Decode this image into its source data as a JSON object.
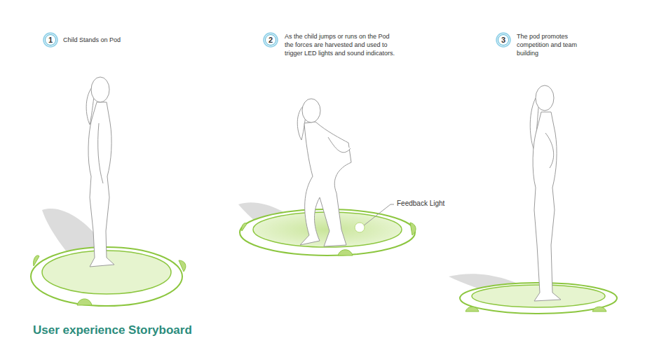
{
  "diagram": {
    "title": "User experience Storyboard",
    "nodes": [
      {
        "text": [
          "1"
        ]
      },
      {
        "text": [
          "2"
        ]
      },
      {
        "text": [
          "3"
        ]
      }
    ],
    "labels": [
      "Child Stands on Pod",
      "As the child jumps or runs on the Pod the forces are harvested and used to trigger LED lights and sound indicators.",
      "The pod promotes competition and team building",
      "Feedback Light"
    ]
  }
}
